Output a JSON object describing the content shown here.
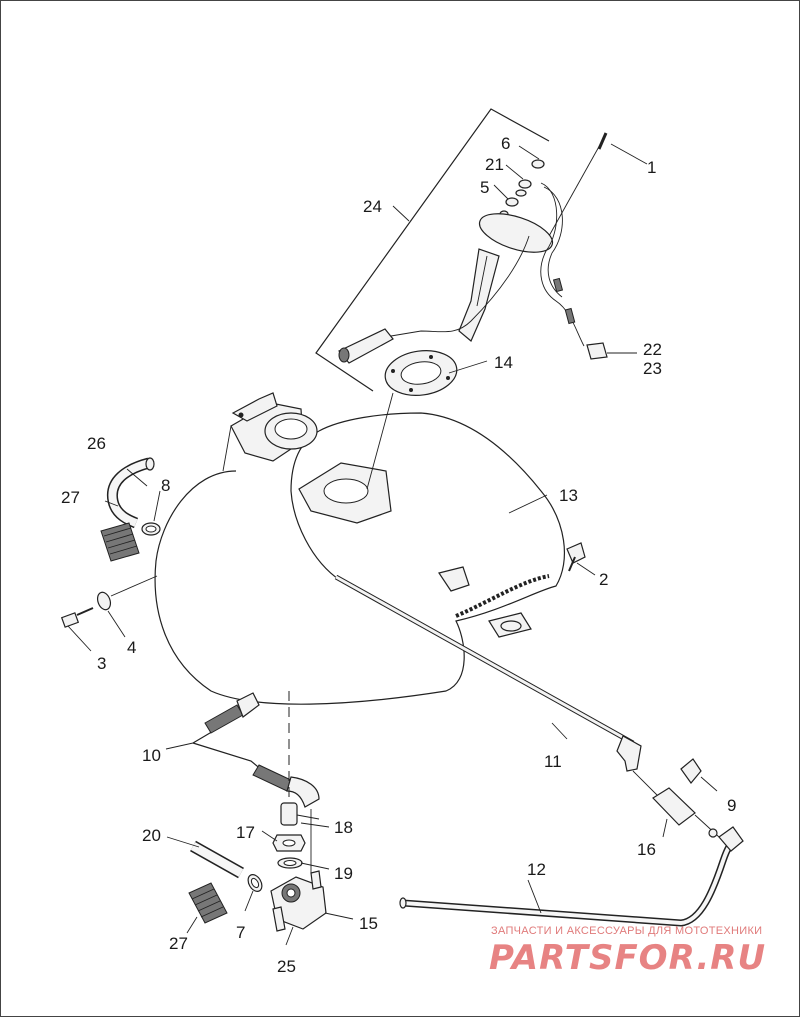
{
  "callouts": [
    {
      "id": "c1",
      "label": "1"
    },
    {
      "id": "c2",
      "label": "2"
    },
    {
      "id": "c3",
      "label": "3"
    },
    {
      "id": "c4",
      "label": "4"
    },
    {
      "id": "c5",
      "label": "5"
    },
    {
      "id": "c6",
      "label": "6"
    },
    {
      "id": "c7",
      "label": "7"
    },
    {
      "id": "c8",
      "label": "8"
    },
    {
      "id": "c9",
      "label": "9"
    },
    {
      "id": "c10",
      "label": "10"
    },
    {
      "id": "c11",
      "label": "11"
    },
    {
      "id": "c12",
      "label": "12"
    },
    {
      "id": "c13",
      "label": "13"
    },
    {
      "id": "c14",
      "label": "14"
    },
    {
      "id": "c15",
      "label": "15"
    },
    {
      "id": "c16",
      "label": "16"
    },
    {
      "id": "c17",
      "label": "17"
    },
    {
      "id": "c18",
      "label": "18"
    },
    {
      "id": "c19",
      "label": "19"
    },
    {
      "id": "c20",
      "label": "20"
    },
    {
      "id": "c21",
      "label": "21"
    },
    {
      "id": "c22",
      "label": "22"
    },
    {
      "id": "c23",
      "label": "23"
    },
    {
      "id": "c24",
      "label": "24"
    },
    {
      "id": "c25",
      "label": "25"
    },
    {
      "id": "c26",
      "label": "26"
    },
    {
      "id": "c27a",
      "label": "27"
    },
    {
      "id": "c27b",
      "label": "27"
    }
  ],
  "watermark": {
    "tagline": "ЗАПЧАСТИ И АКСЕССУАРЫ ДЛЯ МОТОТЕХНИКИ",
    "brand": "PARTSFOR.RU"
  },
  "colors": {
    "line": "#222222",
    "background": "#ffffff",
    "watermark": "#e05a5a"
  }
}
